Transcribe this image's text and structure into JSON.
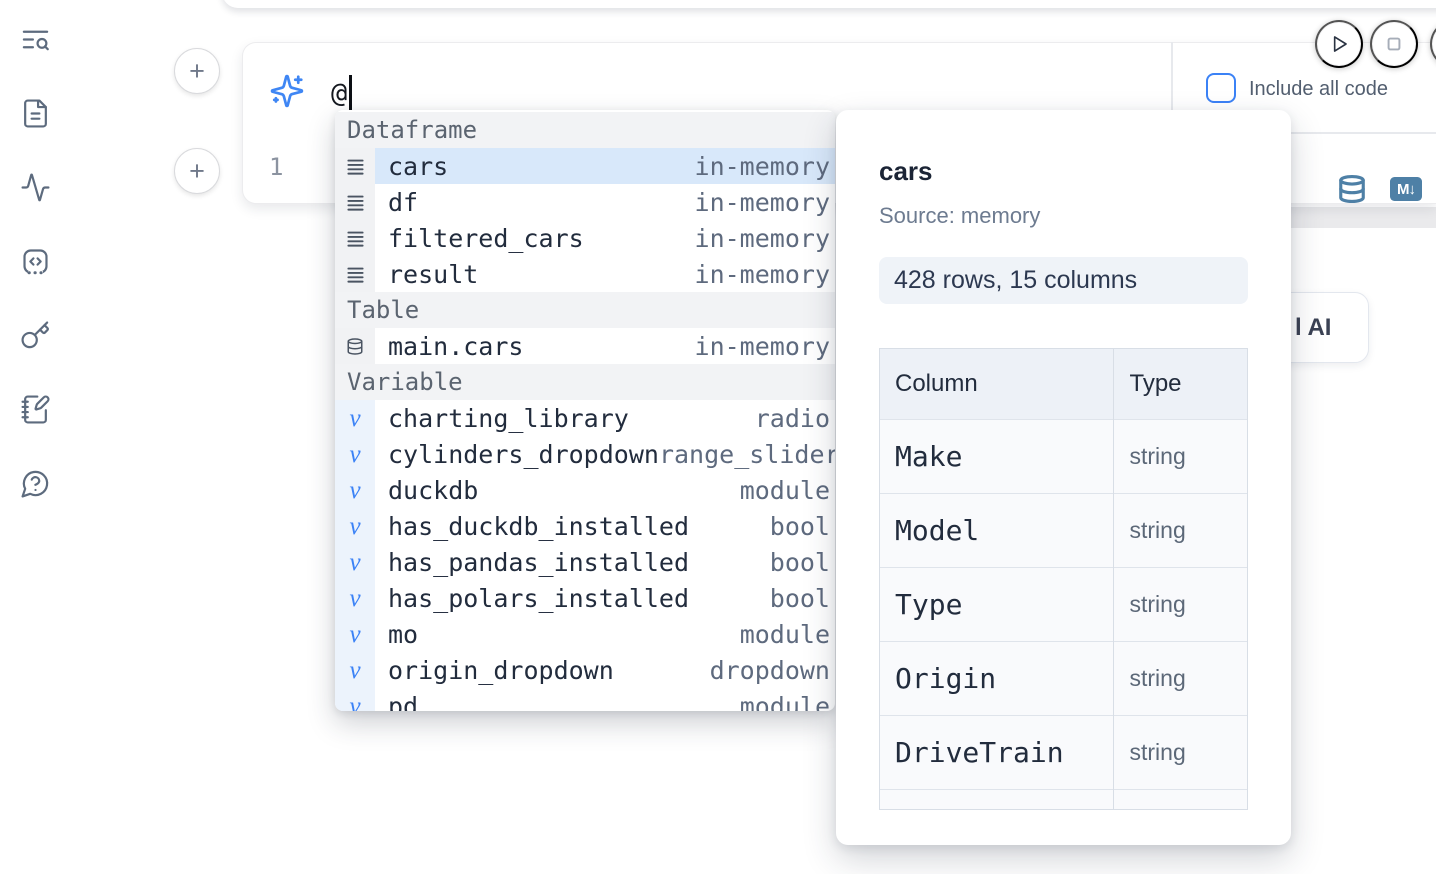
{
  "sidebar": {
    "icons": [
      {
        "name": "text-search-icon"
      },
      {
        "name": "document-icon"
      },
      {
        "name": "activity-icon"
      },
      {
        "name": "code-snippet-icon"
      },
      {
        "name": "key-icon"
      },
      {
        "name": "notebook-edit-icon"
      },
      {
        "name": "help-chat-icon"
      }
    ]
  },
  "cell_toolbar": {
    "run_icon": "play-icon",
    "stop_icon": "stop-icon"
  },
  "add_cell": {
    "label": "+"
  },
  "prompt": {
    "value": "@",
    "sparkle_icon": "sparkles-icon",
    "include_all_code": {
      "label": "Include all code",
      "checked": false
    }
  },
  "editor": {
    "line_number": "1",
    "icons": [
      {
        "name": "database-icon"
      },
      {
        "name": "markdown-icon",
        "badge": "M↓"
      }
    ]
  },
  "ai_button": {
    "visible_label": "l AI"
  },
  "autocomplete": {
    "sections": [
      {
        "label": "Dataframe",
        "item_icon": "dataframe-icon",
        "items": [
          {
            "name": "cars",
            "type": "in-memory",
            "selected": true
          },
          {
            "name": "df",
            "type": "in-memory"
          },
          {
            "name": "filtered_cars",
            "type": "in-memory"
          },
          {
            "name": "result",
            "type": "in-memory"
          }
        ]
      },
      {
        "label": "Table",
        "item_icon": "database-icon",
        "items": [
          {
            "name": "main.cars",
            "type": "in-memory"
          }
        ]
      },
      {
        "label": "Variable",
        "item_icon": "variable-icon",
        "items": [
          {
            "name": "charting_library",
            "type": "radio"
          },
          {
            "name": "cylinders_dropdown",
            "type": "range_slider"
          },
          {
            "name": "duckdb",
            "type": "module"
          },
          {
            "name": "has_duckdb_installed",
            "type": "bool"
          },
          {
            "name": "has_pandas_installed",
            "type": "bool"
          },
          {
            "name": "has_polars_installed",
            "type": "bool"
          },
          {
            "name": "mo",
            "type": "module"
          },
          {
            "name": "origin_dropdown",
            "type": "dropdown"
          },
          {
            "name": "pd",
            "type": "module",
            "partial": true
          }
        ]
      }
    ]
  },
  "preview": {
    "title": "cars",
    "source": "Source: memory",
    "shape_badge": "428 rows, 15 columns",
    "table": {
      "col_header": "Column",
      "type_header": "Type",
      "rows": [
        {
          "column": "Make",
          "type": "string"
        },
        {
          "column": "Model",
          "type": "string"
        },
        {
          "column": "Type",
          "type": "string"
        },
        {
          "column": "Origin",
          "type": "string"
        },
        {
          "column": "DriveTrain",
          "type": "string"
        }
      ],
      "partial_row_visible": true
    }
  },
  "colors": {
    "accent_blue": "#3b82f6",
    "steel_blue": "#4e80a6",
    "selected_row": "#d8e8fa",
    "icon_slate": "#5d6b7e"
  }
}
